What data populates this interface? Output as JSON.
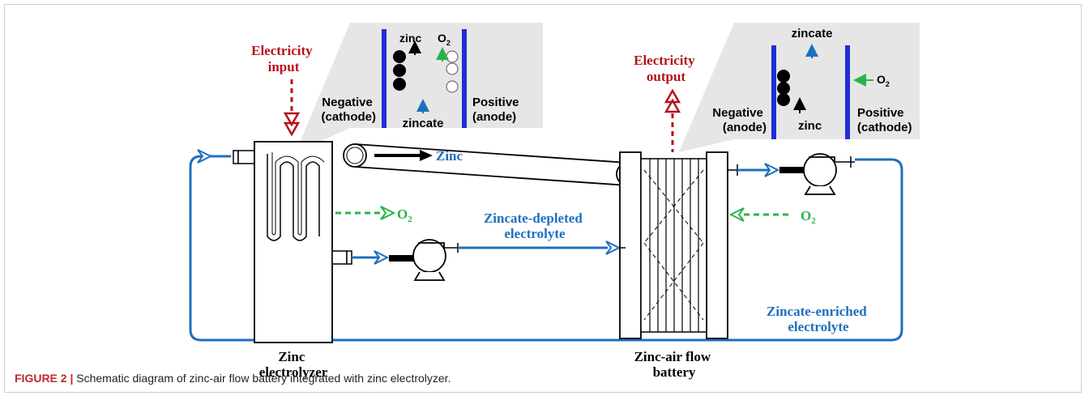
{
  "colors": {
    "electricity": "#b5121b",
    "flow": "#1f6fbf",
    "oxygen": "#2bb34a",
    "electrode": "#1e2fd6",
    "inset_bg": "#e6e6e6",
    "caption_label": "#c0272d"
  },
  "labels": {
    "electricity_input": [
      "Electricity",
      "input"
    ],
    "electricity_output": [
      "Electricity",
      "output"
    ],
    "zinc_transport": "Zinc",
    "o2_left": "O",
    "o2_right": "O",
    "o2_sub": "2",
    "depleted": [
      "Zincate-depleted",
      "electrolyte"
    ],
    "enriched": [
      "Zincate-enriched",
      "electrolyte"
    ],
    "electrolyzer": [
      "Zinc",
      "electrolyzer"
    ],
    "battery": [
      "Zinc-air flow",
      "battery"
    ]
  },
  "inset_left": {
    "zinc": "zinc",
    "o2": "O",
    "o2_sub": "2",
    "negative": [
      "Negative",
      "(cathode)"
    ],
    "positive": [
      "Positive",
      "(anode)"
    ],
    "zincate": "zincate"
  },
  "inset_right": {
    "zincate": "zincate",
    "o2": "O",
    "o2_sub": "2",
    "negative": [
      "Negative",
      "(anode)"
    ],
    "positive": [
      "Positive",
      "(cathode)"
    ],
    "zinc": "zinc"
  },
  "caption": {
    "label": "FIGURE 2 |",
    "text": " Schematic diagram of zinc-air flow battery integrated with zinc electrolyzer."
  }
}
